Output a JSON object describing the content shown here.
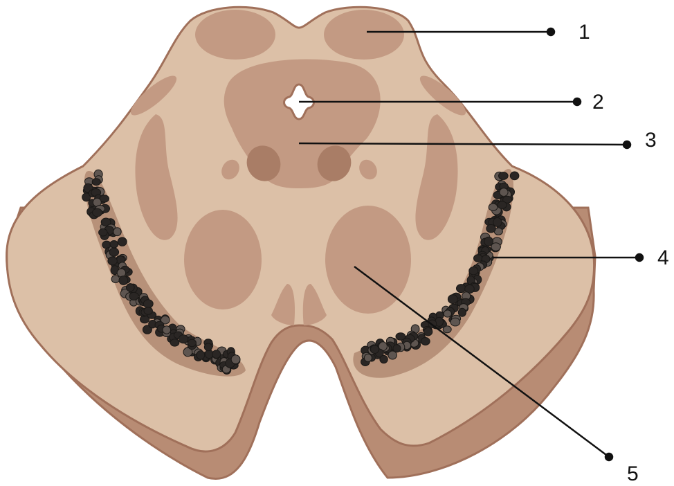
{
  "colors": {
    "outline": "#a0705a",
    "base_side": "#b88c74",
    "tissue": "#dcc0a7",
    "nucleus": "#c39a83",
    "nucleus_dark": "#a97d66",
    "melanin_cell": "#2a2624",
    "melanin_cell_light": "#5e5550",
    "label_line": "#111111"
  },
  "labels": [
    {
      "id": "1",
      "text": "1"
    },
    {
      "id": "2",
      "text": "2"
    },
    {
      "id": "3",
      "text": "3"
    },
    {
      "id": "4",
      "text": "4"
    },
    {
      "id": "5",
      "text": "5"
    }
  ]
}
